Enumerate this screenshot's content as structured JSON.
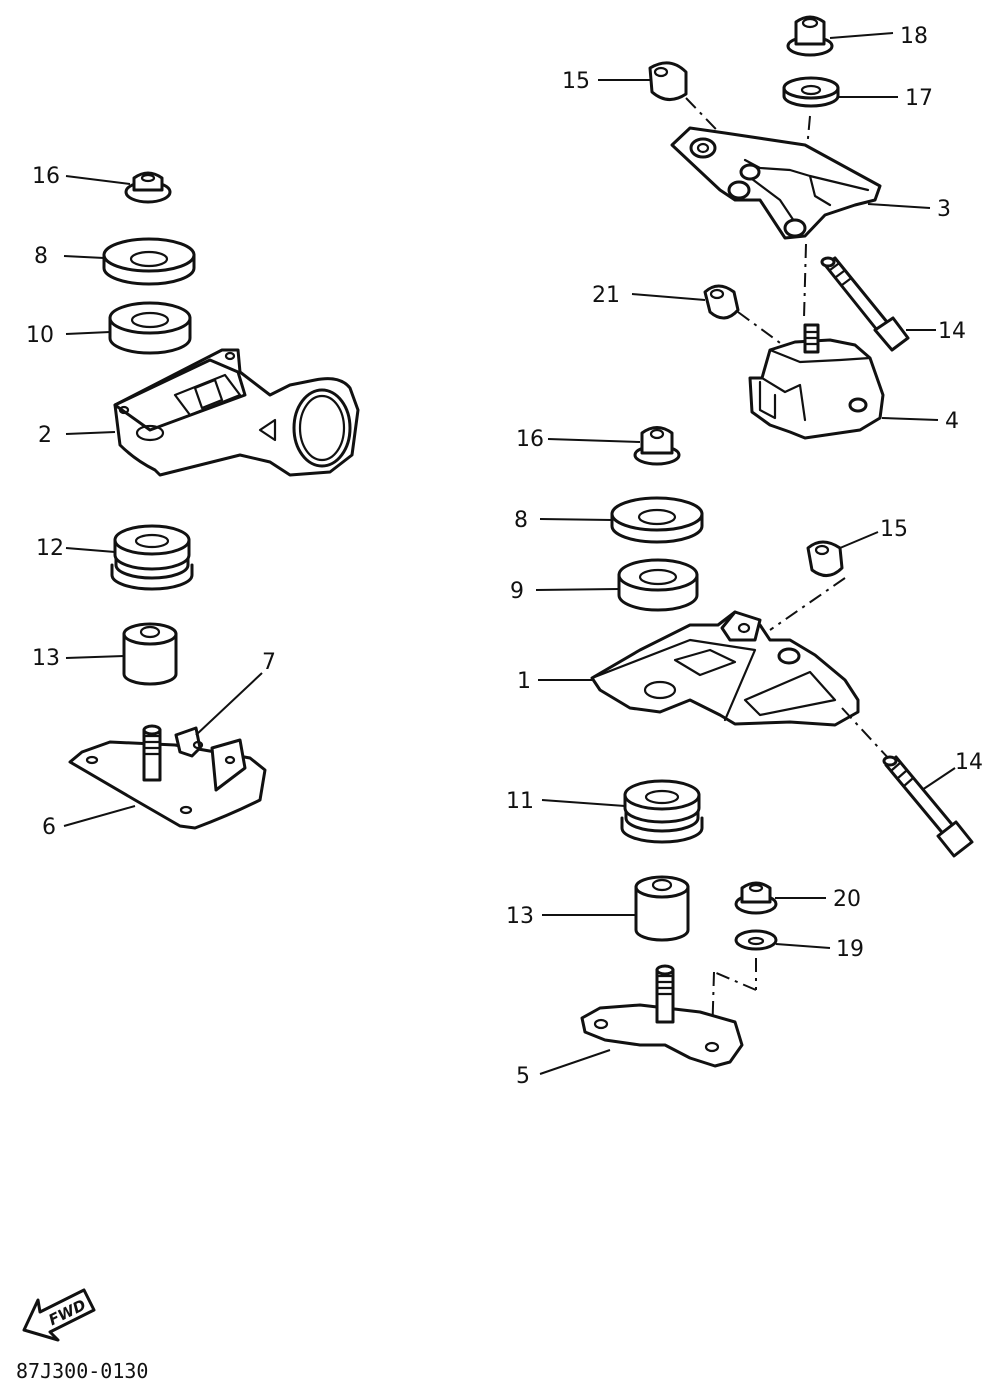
{
  "labels": {
    "p1": "1",
    "p2": "2",
    "p3": "3",
    "p4": "4",
    "p5": "5",
    "p6": "6",
    "p7": "7",
    "p8a": "8",
    "p8b": "8",
    "p9": "9",
    "p10": "10",
    "p11": "11",
    "p12": "12",
    "p13a": "13",
    "p13b": "13",
    "p14a": "14",
    "p14b": "14",
    "p15a": "15",
    "p15b": "15",
    "p16a": "16",
    "p16b": "16",
    "p17": "17",
    "p18": "18",
    "p19": "19",
    "p20": "20",
    "p21": "21"
  },
  "fwd_label": "FWD",
  "diagram_code": "87J300-0130"
}
